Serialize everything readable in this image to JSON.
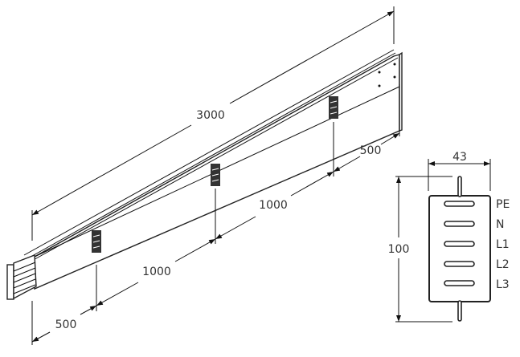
{
  "dimensions": {
    "total_length": "3000",
    "end_offset_right": "500",
    "spacing_upper": "1000",
    "spacing_lower": "1000",
    "end_offset_left": "500",
    "section_width": "43",
    "section_height": "100"
  },
  "conductors": [
    "PE",
    "N",
    "L1",
    "L2",
    "L3"
  ]
}
